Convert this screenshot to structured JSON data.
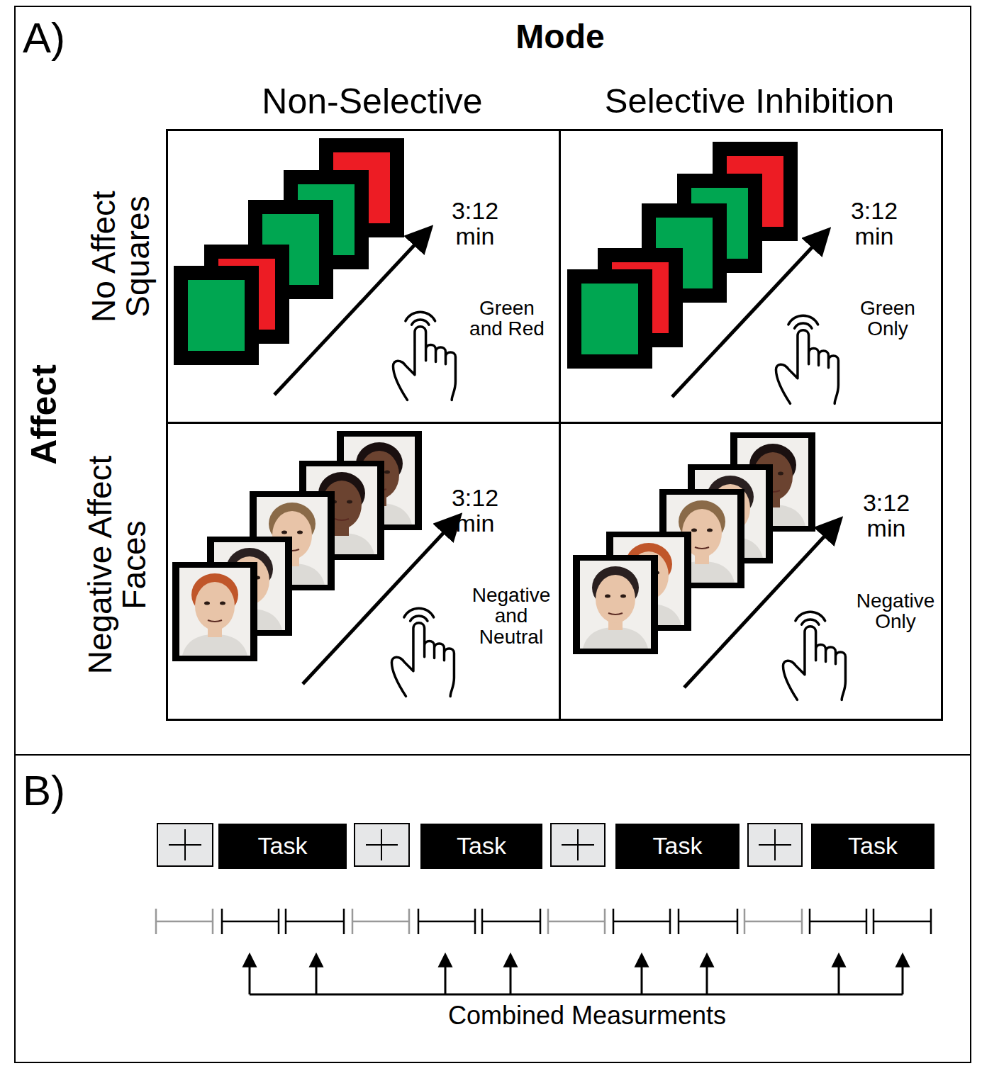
{
  "diagram": {
    "nodes": [
      {
        "text": [
          "A)"
        ]
      },
      {
        "text": [
          "3:12 min",
          "Green and Red"
        ],
        "in": 0
      },
      {
        "text": [
          "3:12 min",
          "Green Only"
        ],
        "in": 0
      },
      {
        "text": [
          "3:12 min",
          "Negative and Neutral"
        ],
        "in": 0
      },
      {
        "text": [
          "3:12 min",
          "Negative Only"
        ],
        "in": 0
      },
      {
        "text": [
          "B)"
        ]
      },
      {
        "text": [
          "Task"
        ],
        "in": 5
      },
      {
        "text": [
          "Task"
        ],
        "in": 5
      },
      {
        "text": [
          "Task"
        ],
        "in": 5
      },
      {
        "text": [
          "Task"
        ],
        "in": 5
      }
    ],
    "labels": [
      "Mode",
      "Non-Selective",
      "Selective Inhibition",
      "Affect",
      "No Affect Squares",
      "Negative Affect Faces",
      "Combined Measurments"
    ]
  }
}
